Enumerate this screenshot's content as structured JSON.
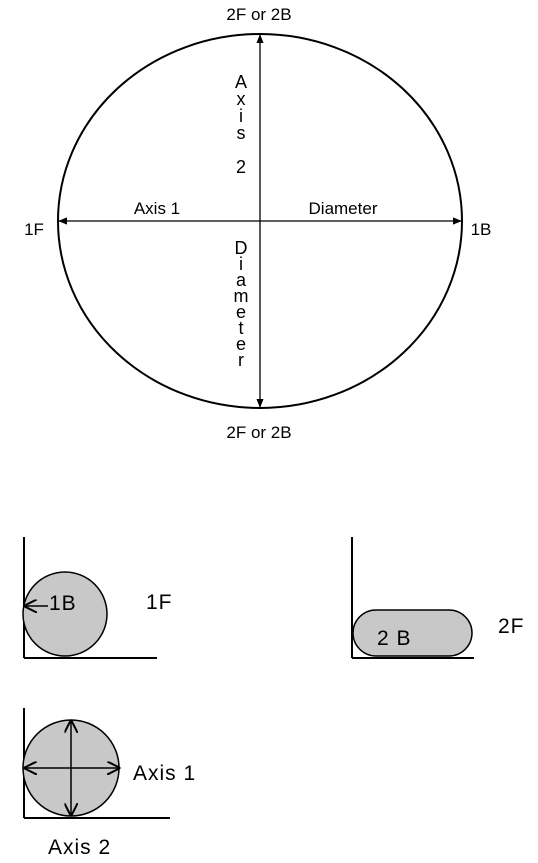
{
  "ellipse_diagram": {
    "top_label": "2F or 2B",
    "bottom_label": "2F or 2B",
    "left_label": "1F",
    "right_label": "1B",
    "axis1_label": "Axis 1",
    "diameter_h_label": "Diameter",
    "axis2_vertical_text": "Axis 2",
    "diameter_v_text": "Diameter"
  },
  "panel_1F": {
    "inner_label": "1B",
    "outer_label": "1F"
  },
  "panel_2F": {
    "inner_label": "2 B",
    "outer_label": "2F"
  },
  "panel_axes": {
    "axis1_label": "Axis 1",
    "axis2_label": "Axis 2"
  },
  "colors": {
    "fill_gray": "#c8c8c8",
    "stroke": "#000000"
  }
}
